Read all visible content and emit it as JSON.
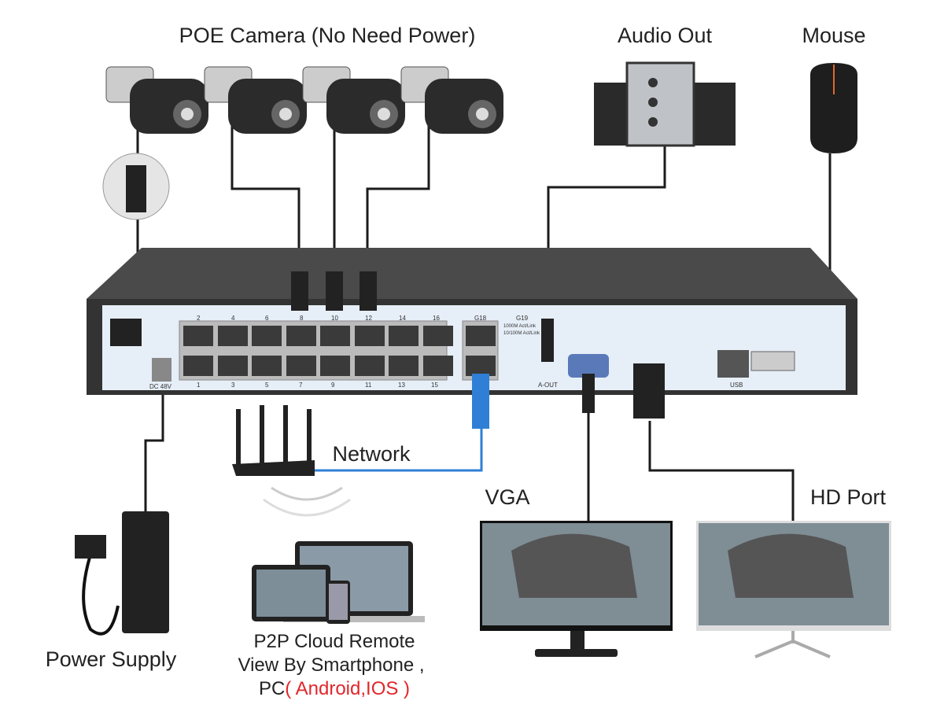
{
  "labels": {
    "poe_camera": "POE Camera (No Need Power)",
    "audio_out": "Audio Out",
    "mouse": "Mouse",
    "network": "Network",
    "vga": "VGA",
    "hd_port": "HD Port",
    "power_supply": "Power Supply",
    "p2p_line1": "P2P Cloud Remote",
    "p2p_line2": "View By Smartphone ,",
    "p2p_line3_prefix": "PC",
    "p2p_line3_highlight": "( Android,IOS )"
  },
  "nvr_panel": {
    "top_port_numbers": [
      "2",
      "4",
      "6",
      "8",
      "10",
      "12",
      "14",
      "16"
    ],
    "bottom_port_numbers": [
      "1",
      "3",
      "5",
      "7",
      "9",
      "11",
      "13",
      "15"
    ],
    "uplink_ports": [
      "G18",
      "G19"
    ],
    "led_legend": [
      "1000M Act/Link",
      "10/100M Act/Link"
    ],
    "audio_port": "A-OUT",
    "usb_port": "USB",
    "power_port": "DC 48V"
  },
  "colors": {
    "highlight_text": "#e3262b",
    "network_cable": "#2f7fd6",
    "panel": "#e6eef7",
    "chassis": "#3a3a3a"
  }
}
